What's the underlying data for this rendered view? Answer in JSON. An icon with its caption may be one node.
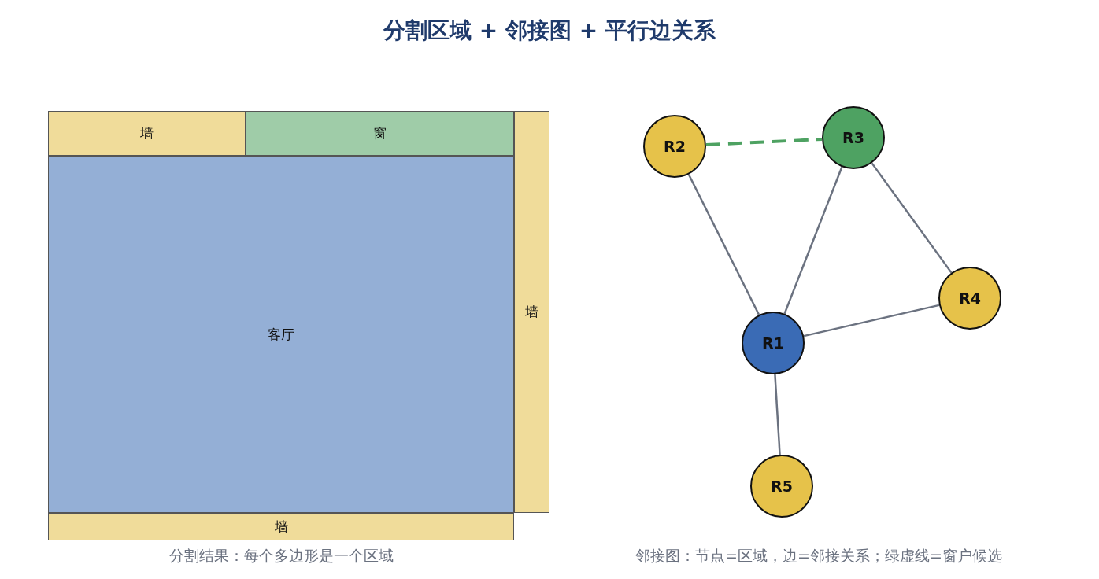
{
  "diagram": {
    "title": "分割区域 + 邻接图 + 平行边关系",
    "nodes": [
      {
        "text": [
          "墙"
        ]
      },
      {
        "text": [
          "窗"
        ]
      },
      {
        "text": [
          "墙"
        ]
      },
      {
        "text": [
          "客厅"
        ]
      },
      {
        "text": [
          "墙"
        ]
      },
      {
        "text": [
          "R2"
        ]
      },
      {
        "text": [
          "R3"
        ]
      },
      {
        "text": [
          "R4"
        ]
      },
      {
        "text": [
          "R1"
        ]
      },
      {
        "text": [
          "R5"
        ]
      }
    ],
    "edges": [
      {
        "from": 5,
        "to": 6,
        "arrow": "none",
        "style": "dashed",
        "color": "#4ea262"
      },
      {
        "from": 5,
        "to": 8,
        "arrow": "none"
      },
      {
        "from": 6,
        "to": 8,
        "arrow": "none"
      },
      {
        "from": 6,
        "to": 7,
        "arrow": "none"
      },
      {
        "from": 8,
        "to": 7,
        "arrow": "none"
      },
      {
        "from": 8,
        "to": 9,
        "arrow": "none"
      }
    ],
    "labels": [
      "分割结果：每个多边形是一个区域",
      "邻接图：节点=区域，边=邻接关系；绿虚线=窗户候选"
    ]
  }
}
